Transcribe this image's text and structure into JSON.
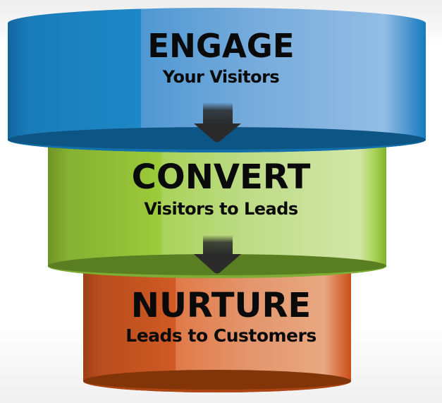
{
  "diagram": {
    "type": "funnel",
    "stages": [
      {
        "title": "ENGAGE",
        "subtitle": "Your Visitors",
        "colors": {
          "dark": "#1a7fbf",
          "light": "#8ab8e2",
          "rim": "#0d5585",
          "edge": "#1478b8"
        }
      },
      {
        "title": "CONVERT",
        "subtitle": "Visitors to Leads",
        "colors": {
          "dark": "#8cb832",
          "light": "#cfe3a0",
          "rim": "#5a7e22",
          "edge": "#7ab02a"
        }
      },
      {
        "title": "NURTURE",
        "subtitle": "Leads to Customers",
        "colors": {
          "dark": "#c4541f",
          "light": "#e8a880",
          "rim": "#823508",
          "edge": "#d0571f"
        }
      }
    ],
    "connectors": [
      {
        "from": "ENGAGE",
        "to": "CONVERT",
        "icon": "down-arrow-icon"
      },
      {
        "from": "CONVERT",
        "to": "NURTURE",
        "icon": "down-arrow-icon"
      }
    ],
    "arrow_color": "#2a2a2a"
  }
}
